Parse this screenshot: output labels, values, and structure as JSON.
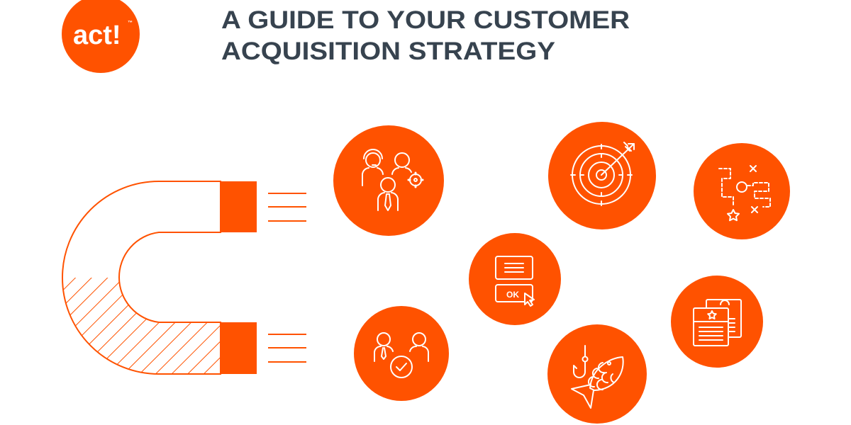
{
  "logo": {
    "text": "act!",
    "trademark": "™"
  },
  "header": {
    "title_line1": "A GUIDE TO YOUR CUSTOMER",
    "title_line2": "ACQUISITION STRATEGY"
  },
  "colors": {
    "brand_orange": "#FF5200",
    "title_text": "#37434F",
    "background": "#FFFFFF"
  },
  "illustration": {
    "magnet": "magnet-icon",
    "circles": [
      {
        "icon": "team-support-icon"
      },
      {
        "icon": "target-arrow-icon"
      },
      {
        "icon": "strategy-map-icon"
      },
      {
        "icon": "form-ok-button-icon",
        "button_label": "OK"
      },
      {
        "icon": "people-check-icon"
      },
      {
        "icon": "fish-hook-icon"
      },
      {
        "icon": "documents-star-icon"
      }
    ]
  }
}
